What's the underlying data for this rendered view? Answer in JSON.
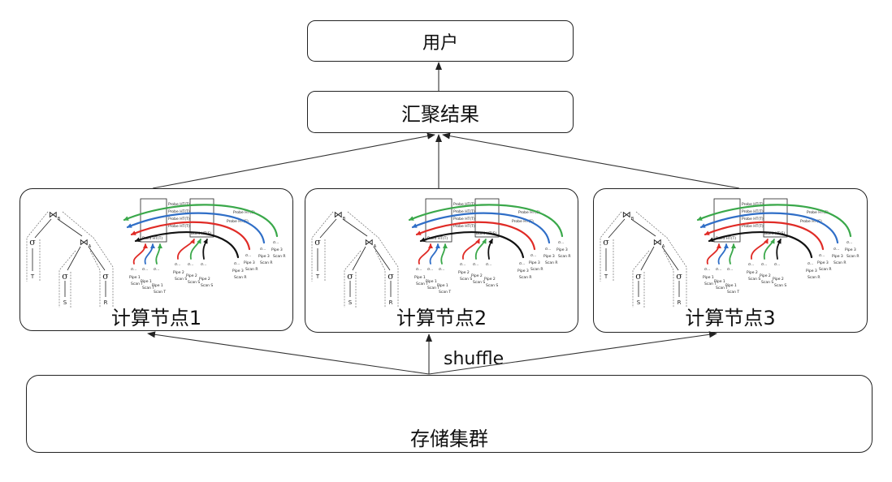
{
  "user_box": {
    "label": "用户"
  },
  "aggregate_box": {
    "label": "汇聚结果"
  },
  "compute_nodes": [
    {
      "label": "计算节点1"
    },
    {
      "label": "计算节点2"
    },
    {
      "label": "计算节点3"
    }
  ],
  "shuffle": {
    "label": "shuffle"
  },
  "storage_box": {
    "label": "存储集群"
  },
  "query_plan": {
    "join_symbol": "⋈",
    "join_top_key": "B",
    "join_inner_key": "A",
    "select_symbol": "σ",
    "select_truncated": "σ…",
    "tables": [
      "T",
      "S",
      "R"
    ],
    "pipelines": [
      {
        "name": "Pipe 1",
        "scan": "Scan T",
        "sink": "Build HT(T)",
        "arrow_colors": [
          "#e02b26",
          "#2f6ec7",
          "#3aa84a"
        ]
      },
      {
        "name": "Pipe 2",
        "scan": "Scan S",
        "sink": "Build HT(S)",
        "arrow_colors": [
          "#e02b26",
          "#3aa84a",
          "#111111"
        ]
      },
      {
        "name": "Pipe 3",
        "scan": "Scan R",
        "probes": [
          "Probe HT(S)",
          "Probe HT(T)"
        ],
        "arrow_colors": [
          "#3aa84a",
          "#2f6ec7",
          "#e02b26",
          "#111111"
        ]
      }
    ]
  }
}
